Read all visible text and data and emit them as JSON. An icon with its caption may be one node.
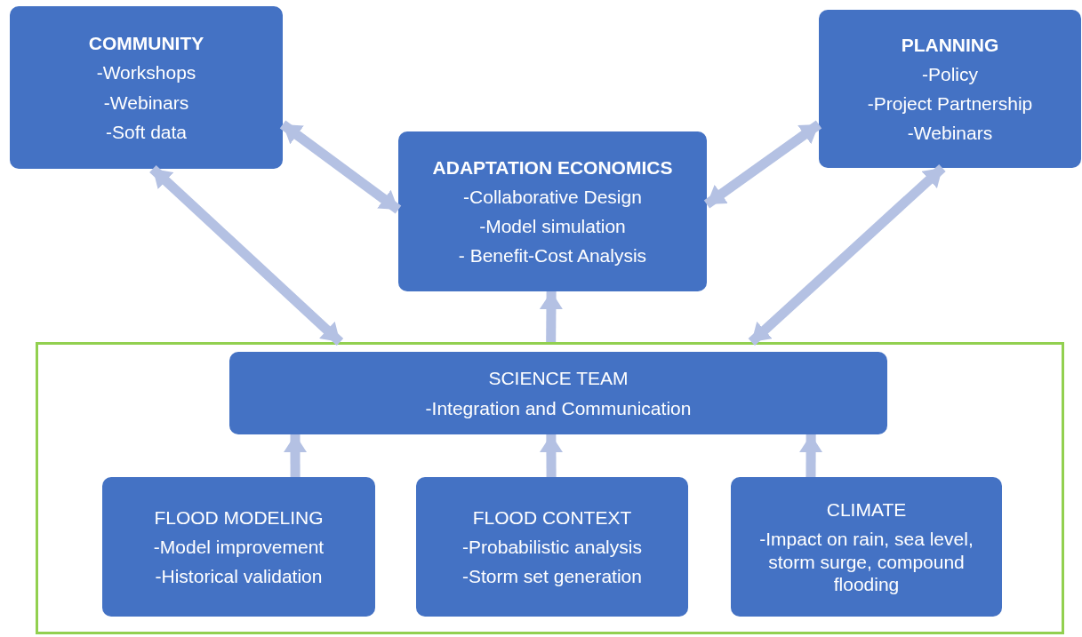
{
  "diagram": {
    "nodes": [
      {
        "text": [
          "COMMUNITY",
          "-Workshops",
          "-Webinars",
          "-Soft data"
        ]
      },
      {
        "text": [
          "ADAPTATION ECONOMICS",
          "-Collaborative Design",
          "-Model simulation",
          "- Benefit-Cost Analysis"
        ]
      },
      {
        "text": [
          "PLANNING",
          "-Policy",
          "-Project Partnership",
          "-Webinars"
        ]
      },
      {
        "text": [],
        "shape": "box"
      },
      {
        "text": [
          "SCIENCE TEAM",
          "-Integration and Communication"
        ],
        "in": 3
      },
      {
        "text": [
          "FLOOD MODELING",
          "-Model improvement",
          "-Historical validation"
        ],
        "in": 3
      },
      {
        "text": [
          "FLOOD CONTEXT",
          "-Probabilistic analysis",
          "-Storm set generation"
        ],
        "in": 3
      },
      {
        "text": [
          "CLIMATE",
          "-Impact on rain, sea level, storm surge, compound flooding"
        ],
        "in": 3
      }
    ],
    "edges": [
      {
        "from": 0,
        "to": 1,
        "arrow": "both"
      },
      {
        "from": 1,
        "to": 2,
        "arrow": "both"
      },
      {
        "from": 0,
        "to": 3,
        "arrow": "both"
      },
      {
        "from": 2,
        "to": 3,
        "arrow": "both"
      },
      {
        "from": 3,
        "to": 1,
        "arrow": "to"
      },
      {
        "from": 5,
        "to": 4,
        "arrow": "to"
      },
      {
        "from": 6,
        "to": 4,
        "arrow": "to"
      },
      {
        "from": 7,
        "to": 4,
        "arrow": "to"
      }
    ]
  }
}
